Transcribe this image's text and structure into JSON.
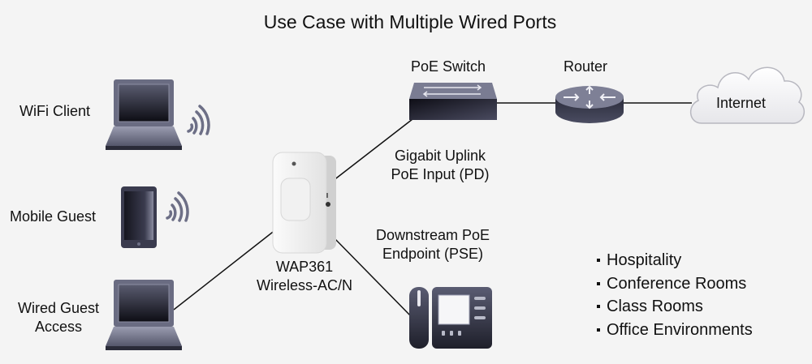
{
  "title": "Use Case with Multiple Wired Ports",
  "nodes": {
    "wifi_client": {
      "label": "WiFi Client",
      "icon": "laptop-icon",
      "signal_icon": "wifi-signal-icon"
    },
    "mobile_guest": {
      "label": "Mobile Guest",
      "icon": "tablet-icon",
      "signal_icon": "wifi-signal-icon"
    },
    "wired_guest": {
      "label_line1": "Wired Guest",
      "label_line2": "Access",
      "icon": "laptop-icon"
    },
    "access_point": {
      "label_line1": "WAP361",
      "label_line2": "Wireless-AC/N",
      "icon": "access-point-icon"
    },
    "poe_switch": {
      "label": "PoE Switch",
      "icon": "switch-icon"
    },
    "router": {
      "label": "Router",
      "icon": "router-icon"
    },
    "internet": {
      "label": "Internet",
      "icon": "cloud-icon"
    },
    "ip_phone": {
      "icon": "ip-phone-icon"
    }
  },
  "link_labels": {
    "uplink_line1": "Gigabit Uplink",
    "uplink_line2": "PoE Input (PD)",
    "downstream_line1": "Downstream PoE",
    "downstream_line2": "Endpoint (PSE)"
  },
  "use_cases": [
    "Hospitality",
    "Conference Rooms",
    "Class Rooms",
    "Office Environments"
  ],
  "colors": {
    "background": "#f4f4f4",
    "device_dark": "#3a3b4e",
    "device_mid": "#6d6f86",
    "line": "#111111"
  }
}
